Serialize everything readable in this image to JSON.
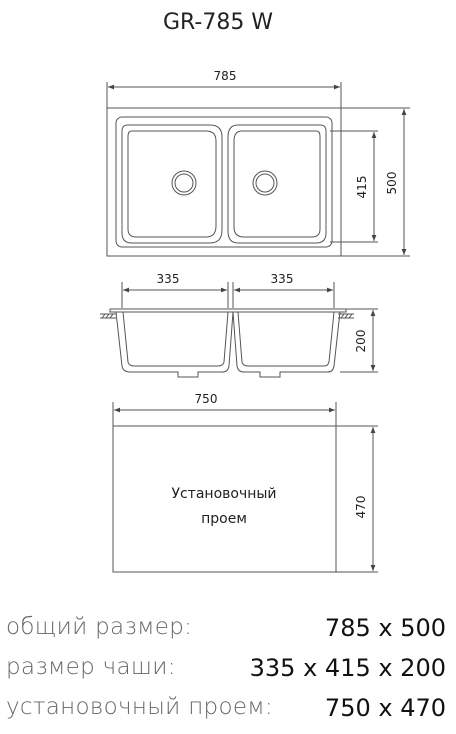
{
  "title": "GR-785 W",
  "top_view": {
    "width_label": "785",
    "inner_height_label": "415",
    "outer_height_label": "500"
  },
  "section_view": {
    "bowl1_label": "335",
    "bowl2_label": "335",
    "depth_label": "200"
  },
  "cutout_view": {
    "width_label": "750",
    "height_label": "470",
    "caption_line1": "Установочный",
    "caption_line2": "проем"
  },
  "specs": [
    {
      "label": "общий размер:",
      "value": "785 x 500"
    },
    {
      "label": "размер чаши:",
      "value": "335 x 415 x 200"
    },
    {
      "label": "установочный проем:",
      "value": "750 x 470"
    }
  ],
  "colors": {
    "line": "#555555",
    "text": "#222222",
    "label": "#666666"
  }
}
